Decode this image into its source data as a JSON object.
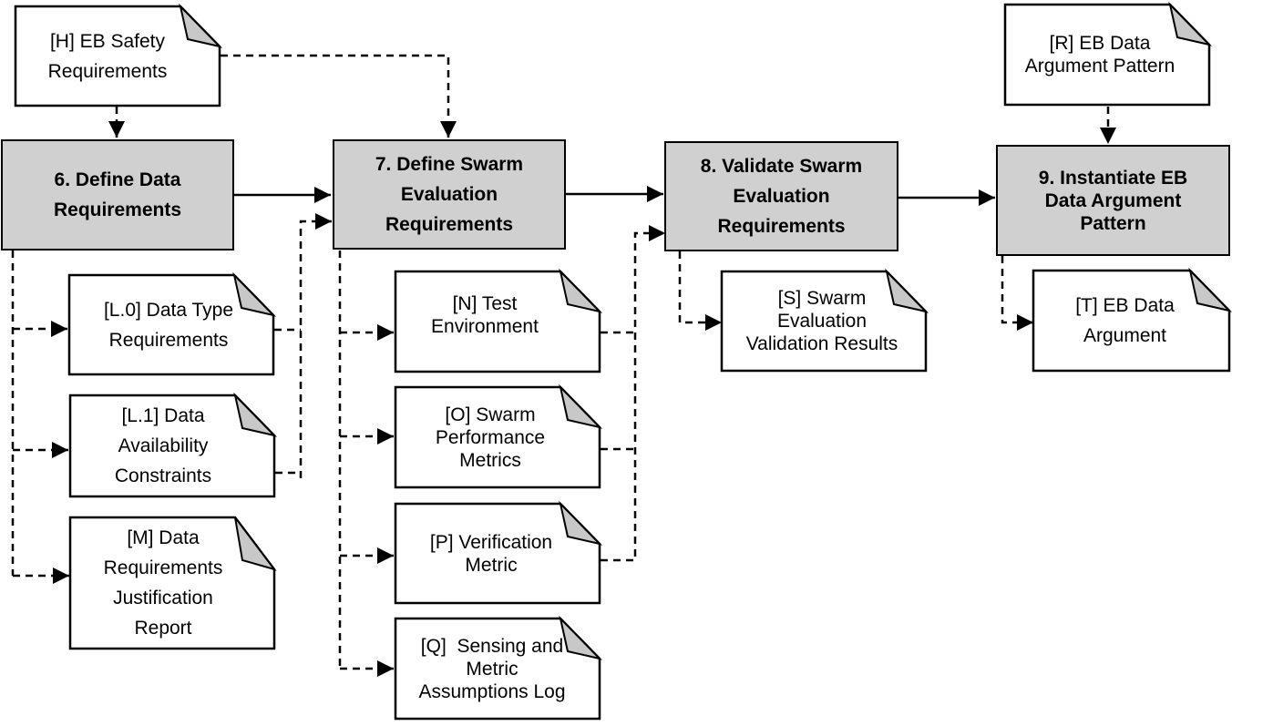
{
  "process_steps": {
    "p6": [
      "6. Define Data",
      "Requirements"
    ],
    "p7": [
      "7. Define Swarm",
      "Evaluation",
      "Requirements"
    ],
    "p8": [
      "8. Validate Swarm",
      "Evaluation",
      "Requirements"
    ],
    "p9": [
      "9. Instantiate EB",
      "Data Argument",
      "Pattern"
    ]
  },
  "artifacts": {
    "H": [
      "[H] EB Safety",
      "Requirements"
    ],
    "R": [
      "[R] EB Data",
      "Argument Pattern"
    ],
    "L0": [
      "[L.0] Data Type",
      "Requirements"
    ],
    "L1": [
      "[L.1] Data",
      "Availability",
      "Constraints"
    ],
    "M": [
      "[M] Data",
      "Requirements",
      "Justification",
      "Report"
    ],
    "N": [
      "[N] Test",
      "Environment"
    ],
    "O": [
      "[O] Swarm",
      "Performance",
      "Metrics"
    ],
    "P": [
      "[P] Verification",
      "Metric"
    ],
    "Q": [
      "[Q]  Sensing and",
      "Metric",
      "Assumptions Log"
    ],
    "S": [
      "[S] Swarm",
      "Evaluation",
      "Validation Results"
    ],
    "T": [
      "[T] EB Data",
      "Argument"
    ]
  },
  "colors": {
    "process_fill": "#d0d0d0",
    "fold_fill": "#c8c8c8",
    "line": "#000000"
  }
}
